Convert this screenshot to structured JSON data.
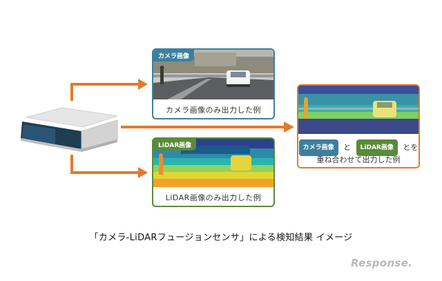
{
  "panels": {
    "camera": {
      "tag": "カメラ画像",
      "caption": "カメラ画像のみ出力した例"
    },
    "lidar": {
      "tag": "LiDAR画像",
      "caption": "LiDAR画像のみ出力した例"
    },
    "fused": {
      "pill_camera": "カメラ画像",
      "connector": "と",
      "pill_lidar": "LiDAR画像",
      "suffix": "とを",
      "line2": "重ね合わせて出力した例"
    }
  },
  "caption": "「カメラ-LiDARフュージョンセンサ」による検知結果 イメージ",
  "logo": "Response.",
  "colors": {
    "arrow": "#e27b2c",
    "camera_accent": "#3d7f9e",
    "lidar_accent": "#5a8a3a",
    "fused_border": "#e27b2c"
  }
}
